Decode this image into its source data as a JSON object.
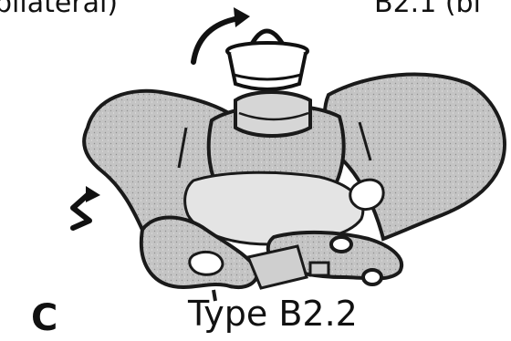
{
  "figure": {
    "panel_letter": "C",
    "caption": "Type B2.2",
    "cropped_top_left_text": "bilateral)",
    "cropped_top_right_text": "B2.1 (bi"
  },
  "colors": {
    "bone_fill": "#bdbdbd",
    "outline": "#1a1a1a",
    "background": "#ffffff"
  },
  "icons": {
    "rotation_arrow_top": "curved-arrow-icon",
    "bucket": "bucket-handle-icon",
    "rotation_arrow_left": "z-arrow-icon"
  }
}
